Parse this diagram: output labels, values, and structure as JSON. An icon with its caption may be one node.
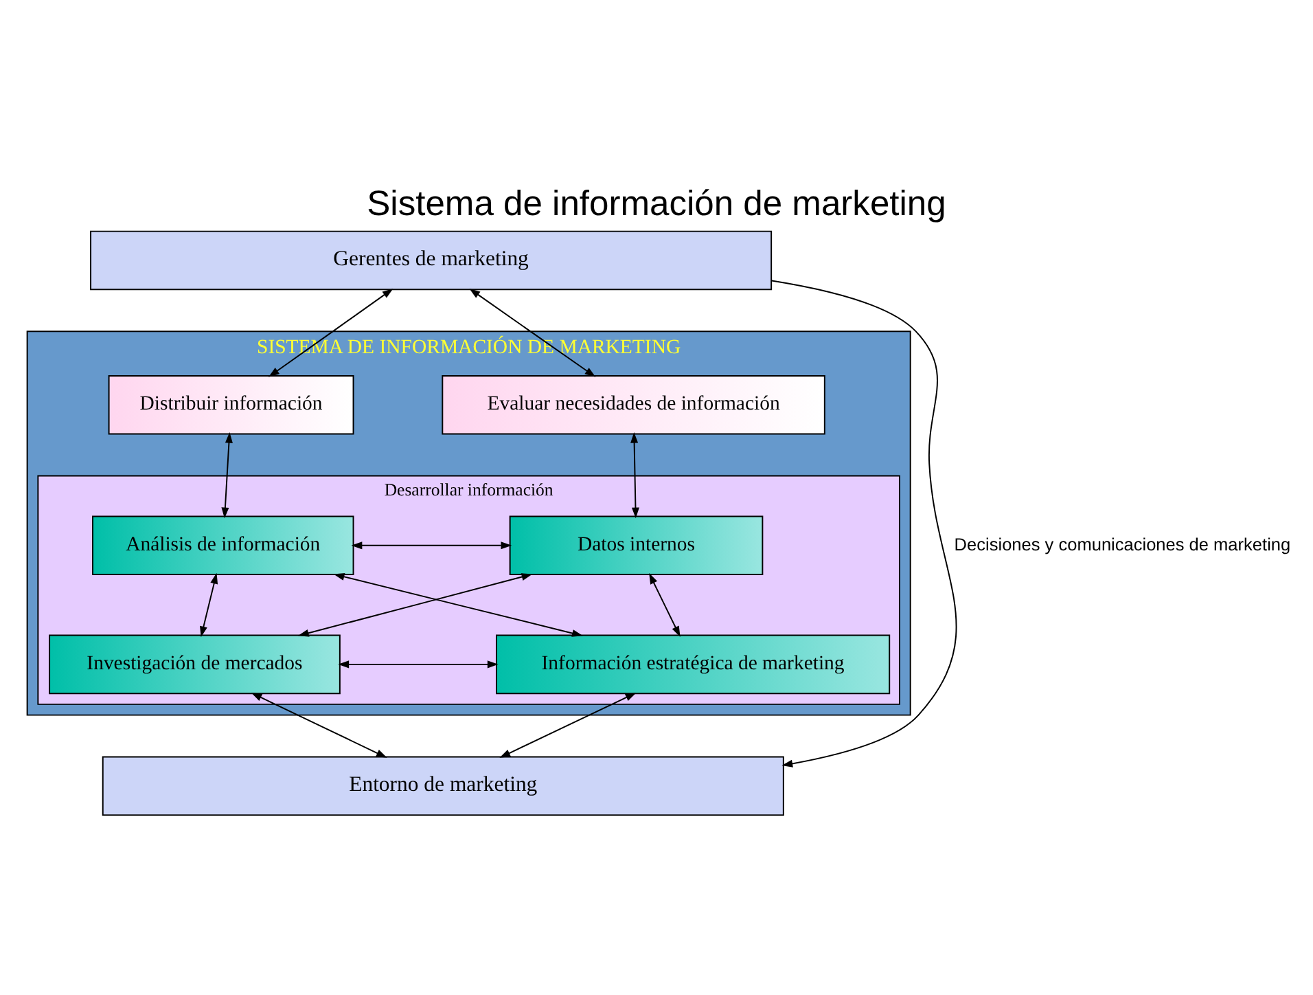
{
  "diagram": {
    "title": "Sistema de información de marketing",
    "nodes": [
      {
        "text": [
          "Gerentes de marketing"
        ]
      },
      {
        "text": [
          "SISTEMA DE INFORMACIÓN DE MARKETING"
        ]
      },
      {
        "text": [
          "Distribuir información"
        ],
        "in": 1
      },
      {
        "text": [
          "Evaluar necesidades de información"
        ],
        "in": 1
      },
      {
        "text": [
          "Desarrollar información"
        ],
        "in": 1
      },
      {
        "text": [
          "Análisis de información"
        ],
        "in": 4
      },
      {
        "text": [
          "Datos internos"
        ],
        "in": 4
      },
      {
        "text": [
          "Investigación de mercados"
        ],
        "in": 4
      },
      {
        "text": [
          "Información estratégica de marketing"
        ],
        "in": 4
      },
      {
        "text": [
          "Entorno de marketing"
        ]
      }
    ],
    "edges": [
      {
        "from": 0,
        "to": 2,
        "arrow": "both"
      },
      {
        "from": 0,
        "to": 3,
        "arrow": "both"
      },
      {
        "from": 2,
        "to": 5,
        "arrow": "both"
      },
      {
        "from": 3,
        "to": 6,
        "arrow": "both"
      },
      {
        "from": 5,
        "to": 6,
        "arrow": "both"
      },
      {
        "from": 5,
        "to": 7,
        "arrow": "both"
      },
      {
        "from": 6,
        "to": 8,
        "arrow": "both"
      },
      {
        "from": 5,
        "to": 8,
        "arrow": "both"
      },
      {
        "from": 7,
        "to": 6,
        "arrow": "both"
      },
      {
        "from": 7,
        "to": 8,
        "arrow": "both"
      },
      {
        "from": 7,
        "to": 9,
        "arrow": "both"
      },
      {
        "from": 8,
        "to": 9,
        "arrow": "both"
      },
      {
        "from": 0,
        "to": 9,
        "arrow": "to",
        "label": "Decisiones y comunicaciones de marketing"
      }
    ]
  }
}
